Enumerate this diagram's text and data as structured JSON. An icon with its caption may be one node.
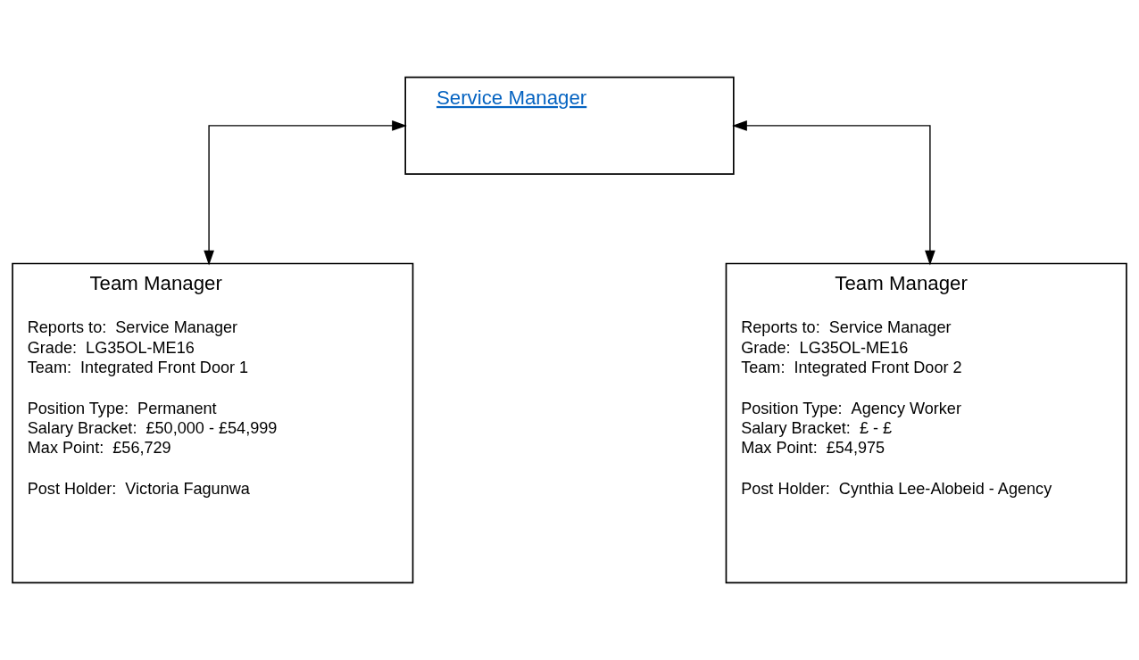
{
  "diagram": {
    "nodes": [
      {
        "text": [
          "Service Manager"
        ]
      },
      {
        "text": [
          "Team Manager",
          "Reports to:  Service Manager",
          "Grade:  LG35OL-ME16",
          "Team:  Integrated Front Door 1",
          "Position Type:  Permanent",
          "Salary Bracket:  £50,000 - £54,999",
          "Max Point:  £56,729",
          "Post Holder:  Victoria Fagunwa"
        ]
      },
      {
        "text": [
          "Team Manager",
          "Reports to:  Service Manager",
          "Grade:  LG35OL-ME16",
          "Team:  Integrated Front Door 2",
          "Position Type:  Agency Worker",
          "Salary Bracket:  £ - £",
          "Max Point:  £54,975",
          "Post Holder:  Cynthia Lee-Alobeid - Agency"
        ]
      }
    ],
    "edges": [
      {
        "from": 0,
        "to": 1,
        "arrow": "both"
      },
      {
        "from": 0,
        "to": 2,
        "arrow": "both"
      }
    ]
  }
}
